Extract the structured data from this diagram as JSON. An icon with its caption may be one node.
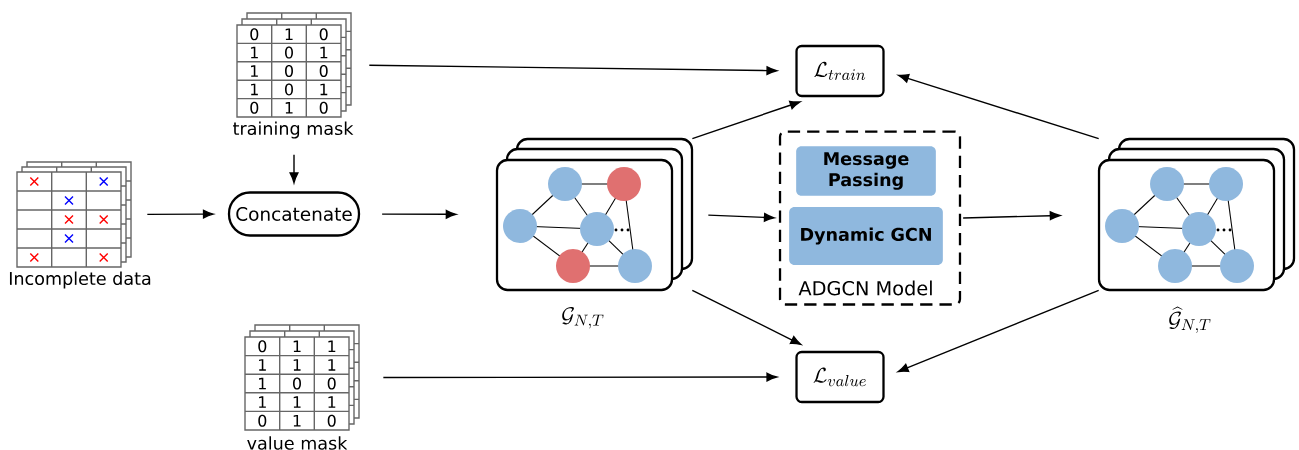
{
  "diagram": {
    "nodes": [
      {
        "text": [],
        "shape": "table",
        "beside": [
          "Incomplete data"
        ]
      },
      {
        "text": [
          "0",
          "1",
          "0",
          "1",
          "0",
          "1",
          "1",
          "0",
          "0",
          "1",
          "0",
          "1",
          "0",
          "1",
          "0"
        ],
        "beside": [
          "training mask"
        ]
      },
      {
        "text": [
          "0",
          "1",
          "1",
          "1",
          "1",
          "1",
          "1",
          "0",
          "0",
          "1",
          "1",
          "1",
          "0",
          "1",
          "0"
        ],
        "beside": [
          "value mask"
        ]
      },
      {
        "text": [
          "Concatenate"
        ]
      },
      {
        "text": [],
        "shape": "picture",
        "beside": [
          "\\mathcal{G}_{N,T}"
        ]
      },
      {
        "text": [
          "ADGCN Model"
        ]
      },
      {
        "text": [
          "Message Passing"
        ],
        "in": 5
      },
      {
        "text": [
          "Dynamic GCN"
        ],
        "in": 5
      },
      {
        "text": [],
        "shape": "picture",
        "beside": [
          "\\widehat{\\mathcal{G}}_{N,T}"
        ]
      },
      {
        "text": [
          "\\mathcal{L}_{train}"
        ]
      },
      {
        "text": [
          "\\mathcal{L}_{value}"
        ]
      }
    ],
    "edges": [
      {
        "from": 0,
        "to": 3,
        "arrow": "to"
      },
      {
        "from": 1,
        "to": 3,
        "arrow": "to"
      },
      {
        "from": 3,
        "to": 4,
        "arrow": "to"
      },
      {
        "from": 4,
        "to": 5,
        "arrow": "to"
      },
      {
        "from": 5,
        "to": 8,
        "arrow": "to"
      },
      {
        "from": 1,
        "to": 9,
        "arrow": "to"
      },
      {
        "from": 4,
        "to": 9,
        "arrow": "to"
      },
      {
        "from": 8,
        "to": 9,
        "arrow": "to"
      },
      {
        "from": 2,
        "to": 10,
        "arrow": "to"
      },
      {
        "from": 4,
        "to": 10,
        "arrow": "to"
      },
      {
        "from": 8,
        "to": 10,
        "arrow": "to"
      }
    ]
  }
}
